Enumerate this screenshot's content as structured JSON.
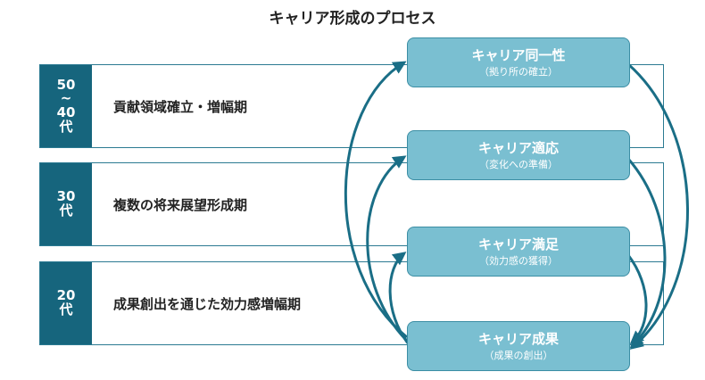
{
  "title": "キャリア形成のプロセス",
  "stages": [
    {
      "age": [
        "50",
        "~",
        "40",
        "代"
      ],
      "label": "貢献領域確立・増幅期"
    },
    {
      "age": [
        "30",
        "代"
      ],
      "label": "複数の将来展望形成期"
    },
    {
      "age": [
        "20",
        "代"
      ],
      "label": "成果創出を通じた効力感増幅期"
    }
  ],
  "nodes": [
    {
      "title": "キャリア同一性",
      "sub": "（拠り所の確立）"
    },
    {
      "title": "キャリア適応",
      "sub": "（変化への準備）"
    },
    {
      "title": "キャリア満足",
      "sub": "（効力感の獲得）"
    },
    {
      "title": "キャリア成果",
      "sub": "（成果の創出）"
    }
  ],
  "colors": {
    "age_bg": "#16657d",
    "node_bg": "#7abfd1",
    "arrow": "#1a6e86",
    "band_border": "#2b7a92"
  },
  "icons": {
    "arrow": "curved-arrow-icon"
  }
}
